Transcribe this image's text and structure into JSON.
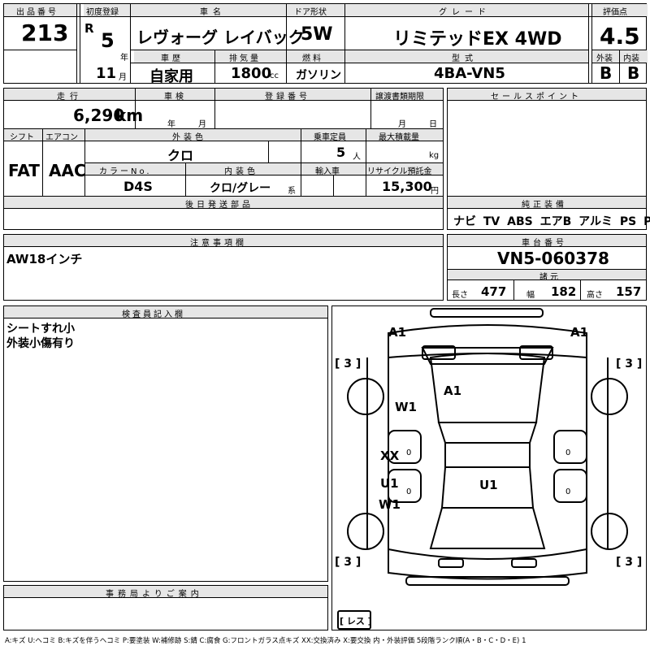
{
  "header": {
    "lot_label": "出品番号",
    "lot": "213",
    "first_reg_label": "初度登録",
    "era": "R",
    "year": "5",
    "year_unit": "年",
    "month": "11",
    "month_unit": "月",
    "name_label": "車名",
    "name": "レヴォーグ レイバック",
    "door_label": "ドア形状",
    "door": "5W",
    "grade_label": "グレード",
    "grade": "リミテッドEX 4WD",
    "score_label": "評価点",
    "score": "4.5",
    "history_label": "車歴",
    "history": "自家用",
    "displacement_label": "排気量",
    "displacement": "1800",
    "displacement_unit": "cc",
    "fuel_label": "燃料",
    "fuel": "ガソリン",
    "model_label": "型式",
    "model": "4BA-VN5",
    "exterior_label": "外装",
    "exterior": "B",
    "interior_label": "内装",
    "interior": "B"
  },
  "info": {
    "mileage_label": "走行",
    "mileage": "6,290",
    "mileage_unit": "km",
    "inspection_label": "車検",
    "insp_year_unit": "年",
    "insp_month_unit": "月",
    "reg_label": "登録番号",
    "transfer_label": "譲渡書類期限",
    "transfer_month_unit": "月",
    "transfer_day_unit": "日",
    "shift_label": "シフト",
    "shift": "FAT",
    "ac_label": "エアコン",
    "ac": "AAC",
    "ext_color_label": "外装色",
    "ext_color": "クロ",
    "capacity_label": "乗車定員",
    "capacity": "5",
    "capacity_unit": "人",
    "load_label": "最大積載量",
    "load_unit": "kg",
    "color_no_label": "カラーNo.",
    "color_no": "D4S",
    "int_color_label": "内装色",
    "int_color": "クロ/グレー",
    "int_color_unit": "系",
    "import_label": "輸入車",
    "recycle_label": "リサイクル預託金",
    "recycle": "15,300",
    "recycle_unit": "円",
    "later_label": "後日発送部品"
  },
  "sales": {
    "label": "セールスポイント"
  },
  "equipment": {
    "label": "純正装備",
    "items": "ナビ TV ABS エアB アルミ PS PW"
  },
  "notes": {
    "label": "注意事項欄",
    "text": "AW18インチ"
  },
  "chassis": {
    "label": "車台番号",
    "number": "VN5-060378",
    "spec_label": "諸元",
    "length_label": "長さ",
    "length": "477",
    "width_label": "幅",
    "width": "182",
    "height_label": "高さ",
    "height": "157"
  },
  "inspector": {
    "label": "検査員記入欄",
    "line1": "シートすれ小",
    "line2": "外装小傷有り"
  },
  "office": {
    "label": "事務局よりご案内"
  },
  "diagram": {
    "a1_left": "A1",
    "a1_right": "A1",
    "a1_hood": "A1",
    "w1": "W1",
    "xx": "XX",
    "u1_left": "U1",
    "w1_lower": "W1",
    "u1_center": "U1",
    "zero1": "0",
    "zero2": "0",
    "zero3": "0",
    "zero4": "0",
    "tire_fl": "[ 3 ]",
    "tire_fr": "[ 3 ]",
    "tire_rl": "[ 3 ]",
    "tire_rr": "[ 3 ]",
    "spare": "[ レス ]"
  },
  "legend": "A:キズ U:ヘコミ B:キズを伴うヘコミ P:要塗装 W:補修跡 S:錆 C:腐食 G:フロントガラス点キズ XX:交換済み X:要交換 内・外装評価 5段階ランク順(A・B・C・D・E) 1"
}
